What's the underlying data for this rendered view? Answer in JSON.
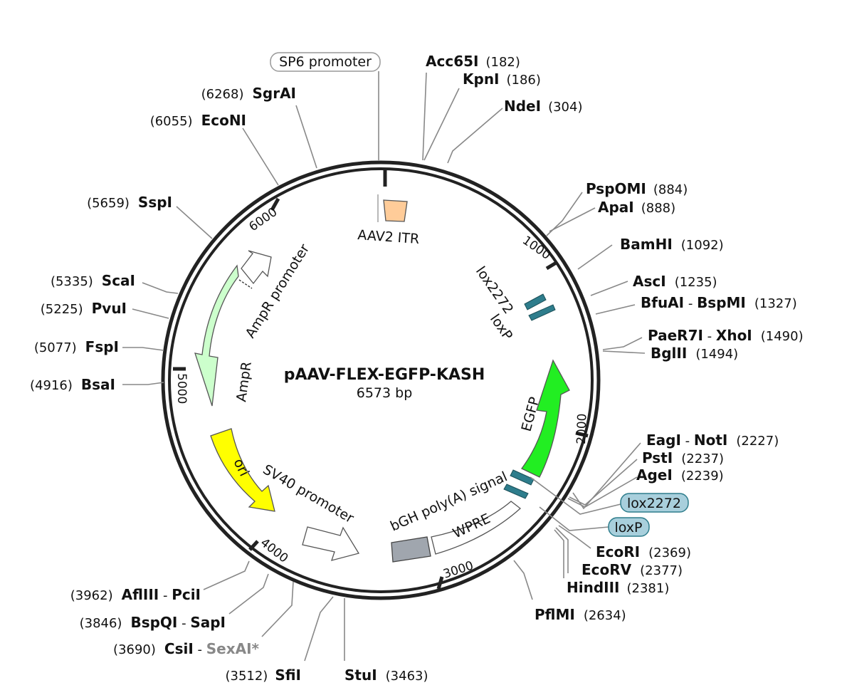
{
  "map": {
    "name": "pAAV-FLEX-EGFP-KASH",
    "length_label": "6573 bp"
  },
  "ticks": [
    "1000",
    "2000",
    "3000",
    "4000",
    "5000",
    "6000"
  ],
  "features": {
    "aav2_itr": "AAV2 ITR",
    "sp6_promoter": "SP6 promoter",
    "lox2272_inner": "lox2272",
    "loxp_inner": "loxP",
    "egfp": "EGFP",
    "bgh_polya": "bGH poly(A) signal",
    "wpre": "WPRE",
    "sv40_promoter": "SV40 promoter",
    "ori": "ori",
    "ampr": "AmpR",
    "ampr_promoter": "AmpR promoter",
    "lox2272_box": "lox2272",
    "loxp_box": "loxP"
  },
  "sites": {
    "acc65i": {
      "name": "Acc65I",
      "pos": "(182)"
    },
    "kpni": {
      "name": "KpnI",
      "pos": "(186)"
    },
    "ndei": {
      "name": "NdeI",
      "pos": "(304)"
    },
    "pspomi": {
      "name": "PspOMI",
      "pos": "(884)"
    },
    "apai": {
      "name": "ApaI",
      "pos": "(888)"
    },
    "bamhi": {
      "name": "BamHI",
      "pos": "(1092)"
    },
    "asci": {
      "name": "AscI",
      "pos": "(1235)"
    },
    "bfuai": {
      "name": "BfuAI",
      "sep": " - ",
      "name2": "BspMI",
      "pos": "(1327)"
    },
    "paer7i": {
      "name": "PaeR7I",
      "sep": " - ",
      "name2": "XhoI",
      "pos": "(1490)"
    },
    "bglii": {
      "name": "BglII",
      "pos": "(1494)"
    },
    "eagi": {
      "name": "EagI",
      "sep": " - ",
      "name2": "NotI",
      "pos": "(2227)"
    },
    "psti": {
      "name": "PstI",
      "pos": "(2237)"
    },
    "agei": {
      "name": "AgeI",
      "pos": "(2239)"
    },
    "ecori": {
      "name": "EcoRI",
      "pos": "(2369)"
    },
    "ecorv": {
      "name": "EcoRV",
      "pos": "(2377)"
    },
    "hindiii": {
      "name": "HindIII",
      "pos": "(2381)"
    },
    "pflmi": {
      "name": "PflMI",
      "pos": "(2634)"
    },
    "stui": {
      "name": "StuI",
      "pos": "(3463)"
    },
    "sfii": {
      "name": "SfiI",
      "pos": "(3512)"
    },
    "csii": {
      "name": "CsiI",
      "sep": " - ",
      "name2": "SexAI*",
      "pos": "(3690)"
    },
    "bspqi": {
      "name": "BspQI",
      "sep": " - ",
      "name2": "SapI",
      "pos": "(3846)"
    },
    "afliii": {
      "name": "AflIII",
      "sep": " - ",
      "name2": "PciI",
      "pos": "(3962)"
    },
    "bsai": {
      "name": "BsaI",
      "pos": "(4916)"
    },
    "fspi": {
      "name": "FspI",
      "pos": "(5077)"
    },
    "pvui": {
      "name": "PvuI",
      "pos": "(5225)"
    },
    "scai": {
      "name": "ScaI",
      "pos": "(5335)"
    },
    "sspi": {
      "name": "SspI",
      "pos": "(5659)"
    },
    "econi": {
      "name": "EcoNI",
      "pos": "(6055)"
    },
    "sgrai": {
      "name": "SgrAI",
      "pos": "(6268)"
    }
  },
  "colors": {
    "backbone": "#222222",
    "aav2_itr": "#ffcc99",
    "egfp": "#22ee22",
    "ampr": "#ccffcc",
    "ori": "#ffff00",
    "bgh": "#a0a6ae",
    "lox_site": "#2e7d8c",
    "feature_box": "#a8cfdc",
    "muted_site": "#888888"
  }
}
